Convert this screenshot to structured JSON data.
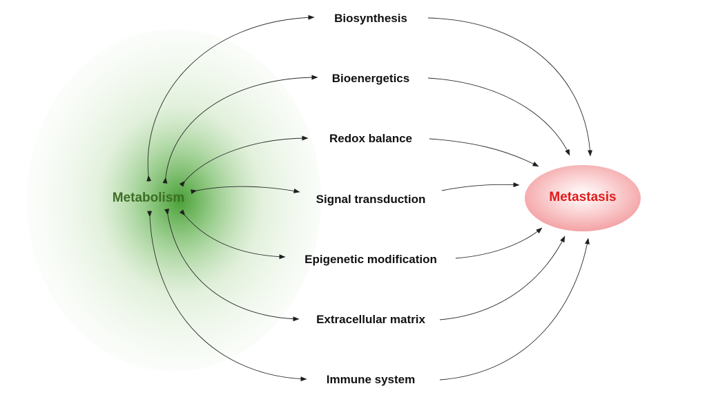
{
  "diagram": {
    "source": {
      "label": "Metabolism",
      "color": "#3d6e25",
      "glow_color": "#3f9a2c"
    },
    "target": {
      "label": "Metastasis",
      "color": "#e01b1b",
      "fill_color": "#f6a7a9"
    },
    "processes": [
      {
        "id": "biosynthesis",
        "label": "Biosynthesis"
      },
      {
        "id": "bioenergetics",
        "label": "Bioenergetics"
      },
      {
        "id": "redox",
        "label": "Redox balance"
      },
      {
        "id": "signal",
        "label": "Signal transduction"
      },
      {
        "id": "epigenetic",
        "label": "Epigenetic modification"
      },
      {
        "id": "ecm",
        "label": "Extracellular matrix"
      },
      {
        "id": "immune",
        "label": "Immune system"
      }
    ],
    "edge_color": "#2a2a2a"
  }
}
